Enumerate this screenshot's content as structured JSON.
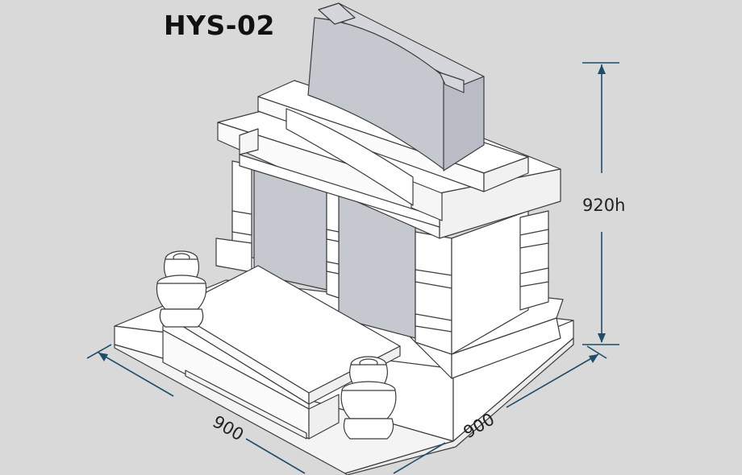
{
  "title": "HYS-02",
  "dimensions": {
    "height_label": "920h",
    "width_left_label": "900",
    "width_right_label": "900"
  },
  "colors": {
    "background": "#d9d9d9",
    "stone_light": "#ffffff",
    "stone_dark": "#c6c8cf",
    "dimension_line": "#1f4e6b",
    "outline": "#3c3c3c"
  }
}
